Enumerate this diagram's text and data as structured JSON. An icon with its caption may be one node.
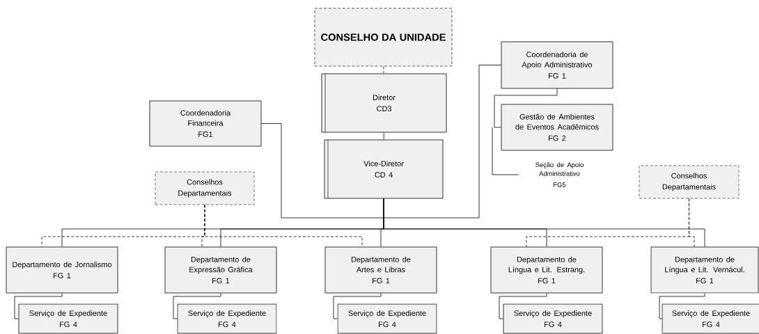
{
  "diagram": {
    "nodes": [
      {
        "text": [
          "CONSELHO DA UNIDADE"
        ]
      },
      {
        "text": [
          "Diretor",
          "CD3"
        ]
      },
      {
        "text": [
          "Vice-Diretor",
          "CD 4"
        ]
      },
      {
        "text": [
          "Coordenadoria Financeira",
          "FG1"
        ]
      },
      {
        "text": [
          "Coordenadoria de Apoio Administrativo",
          "FG 1"
        ]
      },
      {
        "text": [
          "Gestão de Ambientes de Eventos Acadêmicos",
          "FG 2"
        ]
      },
      {
        "text": [
          "Seção de Apoio Administrativo",
          "FG5"
        ]
      },
      {
        "text": [
          "Conselhos Departamentais"
        ]
      },
      {
        "text": [
          "Conselhos Departamentais"
        ]
      },
      {
        "text": [
          "Departamento de Jornalismo",
          "FG 1"
        ]
      },
      {
        "text": [
          "Serviço de Expediente",
          "FG 4"
        ]
      },
      {
        "text": [
          "Departamento de Expressão Gráfica",
          "FG 1"
        ]
      },
      {
        "text": [
          "Serviço de Expediente",
          "FG 4"
        ]
      },
      {
        "text": [
          "Departamento de Artes e Libras",
          "FG 1"
        ]
      },
      {
        "text": [
          "Serviço de Expediente",
          "FG 4"
        ]
      },
      {
        "text": [
          "Departamento de Língua e Lit. Estrang.",
          "FG 1"
        ]
      },
      {
        "text": [
          "Serviço de Expediente",
          "FG 4"
        ]
      },
      {
        "text": [
          "Departamento de Língua e Lit. Vernácul.",
          "FG 1"
        ]
      },
      {
        "text": [
          "Serviço de Expediente",
          "FG 4"
        ]
      }
    ],
    "edges": [
      {
        "from": 0,
        "to": 1,
        "arrow": "none",
        "style": "dashed"
      },
      {
        "from": 1,
        "to": 2,
        "arrow": "none"
      },
      {
        "from": 2,
        "to": 9,
        "arrow": "none"
      },
      {
        "from": 2,
        "to": 11,
        "arrow": "none"
      },
      {
        "from": 2,
        "to": 13,
        "arrow": "none"
      },
      {
        "from": 2,
        "to": 15,
        "arrow": "none"
      },
      {
        "from": 2,
        "to": 17,
        "arrow": "none"
      },
      {
        "from": 3,
        "to": 4,
        "arrow": "none"
      },
      {
        "from": 4,
        "to": 5,
        "arrow": "none"
      },
      {
        "from": 5,
        "to": 6,
        "arrow": "none"
      },
      {
        "from": 7,
        "to": 9,
        "arrow": "none",
        "style": "dashed"
      },
      {
        "from": 7,
        "to": 11,
        "arrow": "none",
        "style": "dashed"
      },
      {
        "from": 7,
        "to": 13,
        "arrow": "none",
        "style": "dashed"
      },
      {
        "from": 8,
        "to": 15,
        "arrow": "none",
        "style": "dashed"
      },
      {
        "from": 8,
        "to": 17,
        "arrow": "none",
        "style": "dashed"
      },
      {
        "from": 9,
        "to": 10,
        "arrow": "none"
      },
      {
        "from": 11,
        "to": 12,
        "arrow": "none"
      },
      {
        "from": 13,
        "to": 14,
        "arrow": "none"
      },
      {
        "from": 15,
        "to": 16,
        "arrow": "none"
      },
      {
        "from": 17,
        "to": 18,
        "arrow": "none"
      }
    ]
  }
}
